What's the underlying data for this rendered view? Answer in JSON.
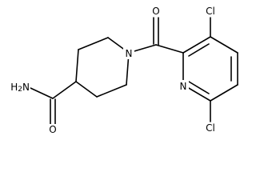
{
  "molecule": {
    "atoms": {
      "O_carbonyl": "O",
      "N_piperidine": "N",
      "Cl_3": "Cl",
      "N_pyridine": "N",
      "Cl_6": "Cl",
      "O_amide": "O",
      "NH2_amide": "H2N"
    },
    "colors": {
      "bond": "#000000",
      "label": "#000000",
      "background": "#ffffff"
    }
  }
}
